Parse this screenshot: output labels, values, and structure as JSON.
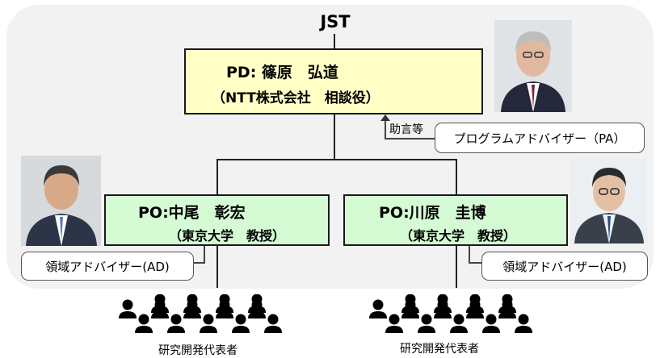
{
  "top": {
    "label": "JST"
  },
  "pd": {
    "title": "PD: 篠原　弘道",
    "affiliation": "（NTT株式会社　相談役）"
  },
  "advice": {
    "label": "助言等",
    "pa_label": "プログラムアドバイザー（PA）"
  },
  "po_left": {
    "title": "PO:中尾　彰宏",
    "affiliation": "（東京大学　教授）",
    "advisor_label": "領域アドバイザー(AD)",
    "group_caption": "研究開発代表者"
  },
  "po_right": {
    "title": "PO:川原　圭博",
    "affiliation": "（東京大学　教授）",
    "advisor_label": "領域アドバイザー(AD)",
    "group_caption": "研究開発代表者"
  },
  "colors": {
    "pd_fill": "#ffffc6",
    "po_fill": "#d4fbd4",
    "panel": "#f2f2f2"
  }
}
